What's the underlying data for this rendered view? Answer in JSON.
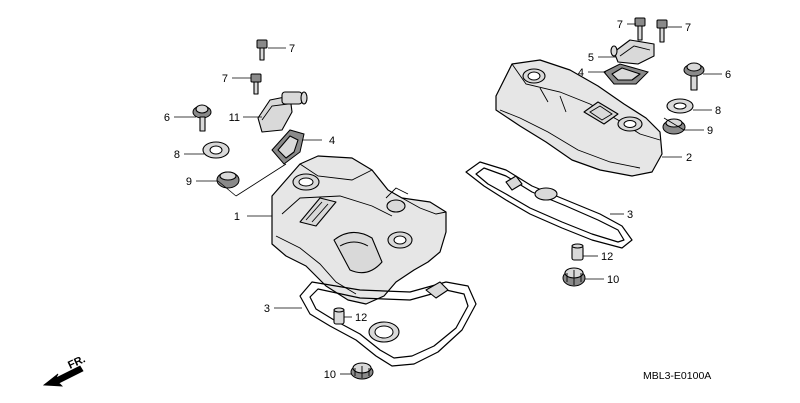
{
  "callouts": {
    "c1": "1",
    "c2": "2",
    "c3a": "3",
    "c3b": "3",
    "c4a": "4",
    "c4b": "4",
    "c5": "5",
    "c6a": "6",
    "c6b": "6",
    "c7a": "7",
    "c7b": "7",
    "c7c": "7",
    "c7d": "7",
    "c8a": "8",
    "c8b": "8",
    "c9a": "9",
    "c9b": "9",
    "c10a": "10",
    "c10b": "10",
    "c11": "11",
    "c12a": "12",
    "c12b": "12"
  },
  "front_marker": "FR.",
  "diagram_code": "MBL3-E0100A",
  "colors": {
    "line": "#000000",
    "part_fill": "#e6e6e6",
    "background": "#ffffff"
  }
}
